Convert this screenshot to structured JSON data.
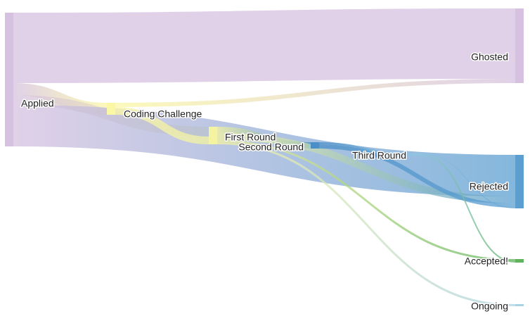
{
  "nodes": [
    {
      "id": "applied",
      "label": "Applied",
      "color": "#d6c1e0"
    },
    {
      "id": "coding",
      "label": "Coding Challenge",
      "color": "#fbf7a4"
    },
    {
      "id": "first",
      "label": "First Round",
      "color": "#f3f3a2"
    },
    {
      "id": "second",
      "label": "Second Round",
      "color": "#4a8fc7"
    },
    {
      "id": "third",
      "label": "Third Round",
      "color": "#8fc5e1"
    },
    {
      "id": "ghosted",
      "label": "Ghosted",
      "color": "#d6c1e0"
    },
    {
      "id": "rejected",
      "label": "Rejected",
      "color": "#5b9fd1"
    },
    {
      "id": "accepted",
      "label": "Accepted!",
      "color": "#5fb35a"
    },
    {
      "id": "ongoing",
      "label": "Ongoing",
      "color": "#a9d2e3"
    }
  ],
  "links": [
    {
      "source": "applied",
      "target": "ghosted",
      "value": 100
    },
    {
      "source": "applied",
      "target": "coding",
      "value": 17
    },
    {
      "source": "applied",
      "target": "first",
      "value": 14
    },
    {
      "source": "applied",
      "target": "rejected",
      "value": 59
    },
    {
      "source": "coding",
      "target": "ghosted",
      "value": 6
    },
    {
      "source": "coding",
      "target": "first",
      "value": 11
    },
    {
      "source": "first",
      "target": "second",
      "value": 9
    },
    {
      "source": "first",
      "target": "rejected",
      "value": 10
    },
    {
      "source": "first",
      "target": "accepted",
      "value": 3
    },
    {
      "source": "first",
      "target": "ongoing",
      "value": 3
    },
    {
      "source": "second",
      "target": "third",
      "value": 3
    },
    {
      "source": "second",
      "target": "rejected",
      "value": 6
    },
    {
      "source": "third",
      "target": "rejected",
      "value": 1
    },
    {
      "source": "third",
      "target": "accepted",
      "value": 2
    }
  ]
}
